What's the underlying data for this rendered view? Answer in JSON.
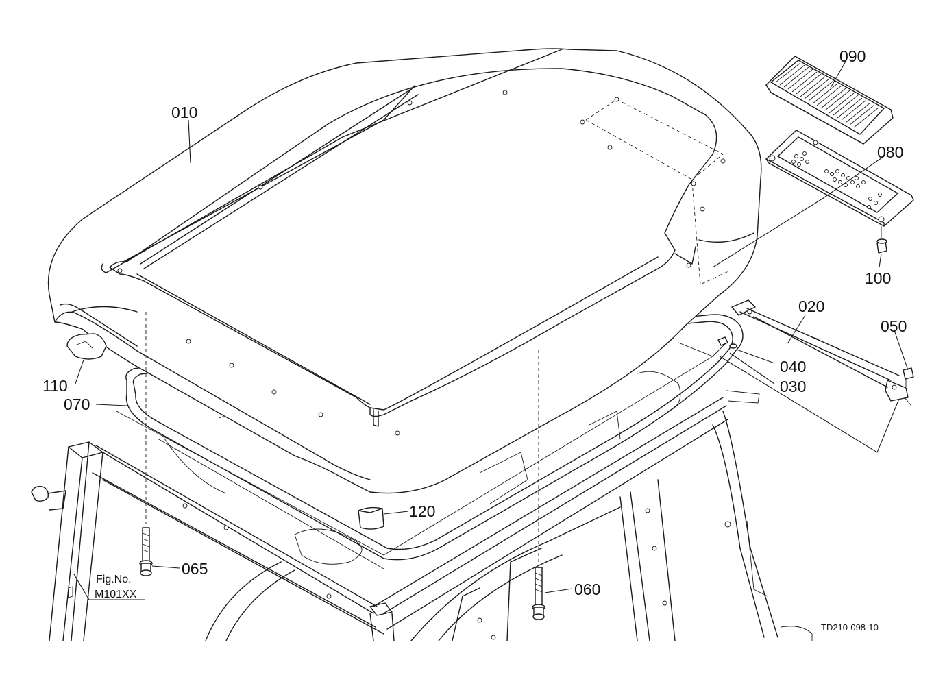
{
  "parts": [
    {
      "id": "010"
    },
    {
      "id": "020"
    },
    {
      "id": "030"
    },
    {
      "id": "040"
    },
    {
      "id": "050"
    },
    {
      "id": "060"
    },
    {
      "id": "065"
    },
    {
      "id": "070"
    },
    {
      "id": "080"
    },
    {
      "id": "090"
    },
    {
      "id": "100"
    },
    {
      "id": "110"
    },
    {
      "id": "120"
    }
  ],
  "figure_ref": {
    "line1": "Fig.No.",
    "line2": "M101XX"
  },
  "drawing_code": "TD210-098-10"
}
